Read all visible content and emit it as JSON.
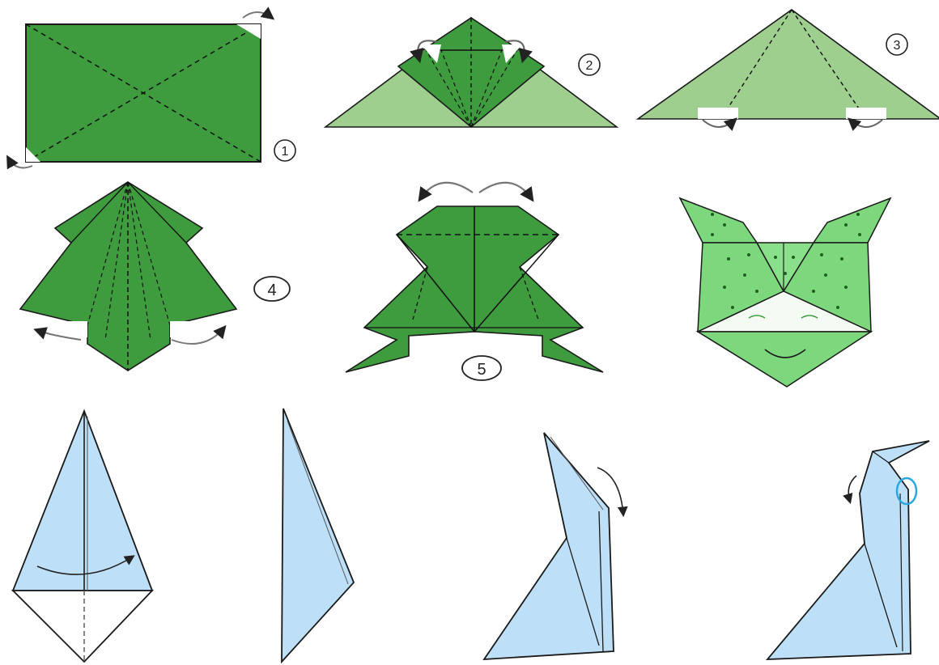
{
  "steps": [
    {
      "label": "1"
    },
    {
      "label": "2"
    },
    {
      "label": "3"
    },
    {
      "label": "4"
    },
    {
      "label": "5"
    }
  ],
  "colors": {
    "dark_green": "#3e9b3e",
    "light_green": "#9fcf8f",
    "face_green": "#7dd87d",
    "light_blue": "#bde0f8",
    "outline": "#1a1a1a",
    "marker_blue": "#2aa7e0"
  },
  "icons": [
    "curved-arrow-icon",
    "fold-arrow-icon",
    "circle-marker-icon"
  ]
}
